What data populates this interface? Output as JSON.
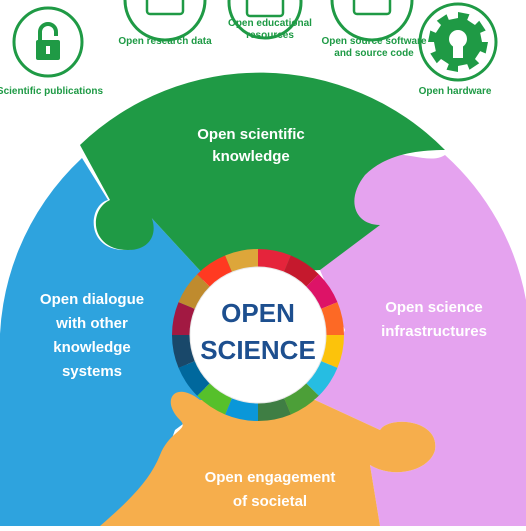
{
  "colors": {
    "green": "#1f9a45",
    "blue": "#2ea3de",
    "purple": "#e5a3ef",
    "orange": "#f6ae4c",
    "navy": "#1d4f8f",
    "label_green": "#1e9a45"
  },
  "icons": [
    {
      "name": "unlock-icon",
      "label": "Scientific publications"
    },
    {
      "name": "data-hand-icon",
      "label": "Open research data"
    },
    {
      "name": "book-icon",
      "label": "Open educational resources"
    },
    {
      "name": "code-icon",
      "label": "Open source software and source code"
    },
    {
      "name": "gear-icon",
      "label": "Open hardware"
    }
  ],
  "pieces": {
    "top": "Open scientific knowledge",
    "left": "Open dialogue with other knowledge systems",
    "right": "Open science infrastructures",
    "bottom": "Open engagement of societal"
  },
  "center": {
    "line1": "OPEN",
    "line2": "SCIENCE"
  },
  "ring_colors": [
    "#e5243b",
    "#c5192d",
    "#dd1367",
    "#fd6925",
    "#fcc30b",
    "#26bde2",
    "#4c9f38",
    "#3f7e44",
    "#0a97d9",
    "#56c02b",
    "#00689d",
    "#19486a",
    "#a21942",
    "#bf8b2e",
    "#ff3a21",
    "#dda63a"
  ]
}
